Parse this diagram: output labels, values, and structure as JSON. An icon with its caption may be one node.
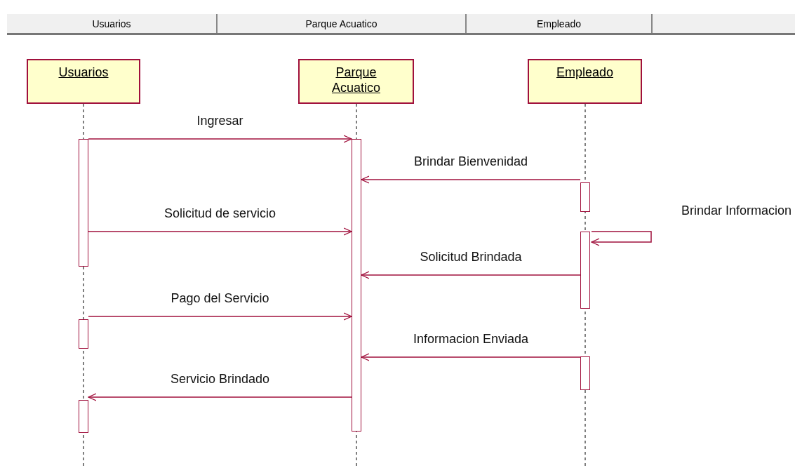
{
  "diagram": {
    "nodes": [
      {
        "text": [
          "Usuarios"
        ]
      },
      {
        "text": [
          "Parque Acuatico"
        ]
      },
      {
        "text": [
          "Empleado"
        ]
      },
      {
        "text": [],
        "shape": "bar"
      },
      {
        "text": [],
        "shape": "bar"
      },
      {
        "text": [],
        "shape": "bar"
      },
      {
        "text": [],
        "shape": "bar"
      },
      {
        "text": [],
        "shape": "bar"
      },
      {
        "text": [],
        "shape": "bar"
      },
      {
        "text": [],
        "shape": "bar"
      }
    ],
    "edges": [
      {
        "from": 3,
        "to": 6,
        "arrow": "to",
        "label": "Ingresar"
      },
      {
        "from": 7,
        "to": 6,
        "arrow": "to",
        "label": "Brindar Bienvenidad"
      },
      {
        "from": 3,
        "to": 6,
        "arrow": "to",
        "label": "Solicitud de servicio"
      },
      {
        "from": 8,
        "to": 8,
        "arrow": "to",
        "label": "Brindar Informacion"
      },
      {
        "from": 8,
        "to": 6,
        "arrow": "to",
        "label": "Solicitud Brindada"
      },
      {
        "from": 4,
        "to": 6,
        "arrow": "to",
        "label": "Pago del Servicio"
      },
      {
        "from": 9,
        "to": 6,
        "arrow": "to",
        "label": "Informacion Enviada"
      },
      {
        "from": 6,
        "to": 5,
        "arrow": "to",
        "label": "Servicio Brindado"
      }
    ],
    "labels": [
      "Usuarios",
      "Parque Acuatico",
      "Empleado"
    ]
  }
}
